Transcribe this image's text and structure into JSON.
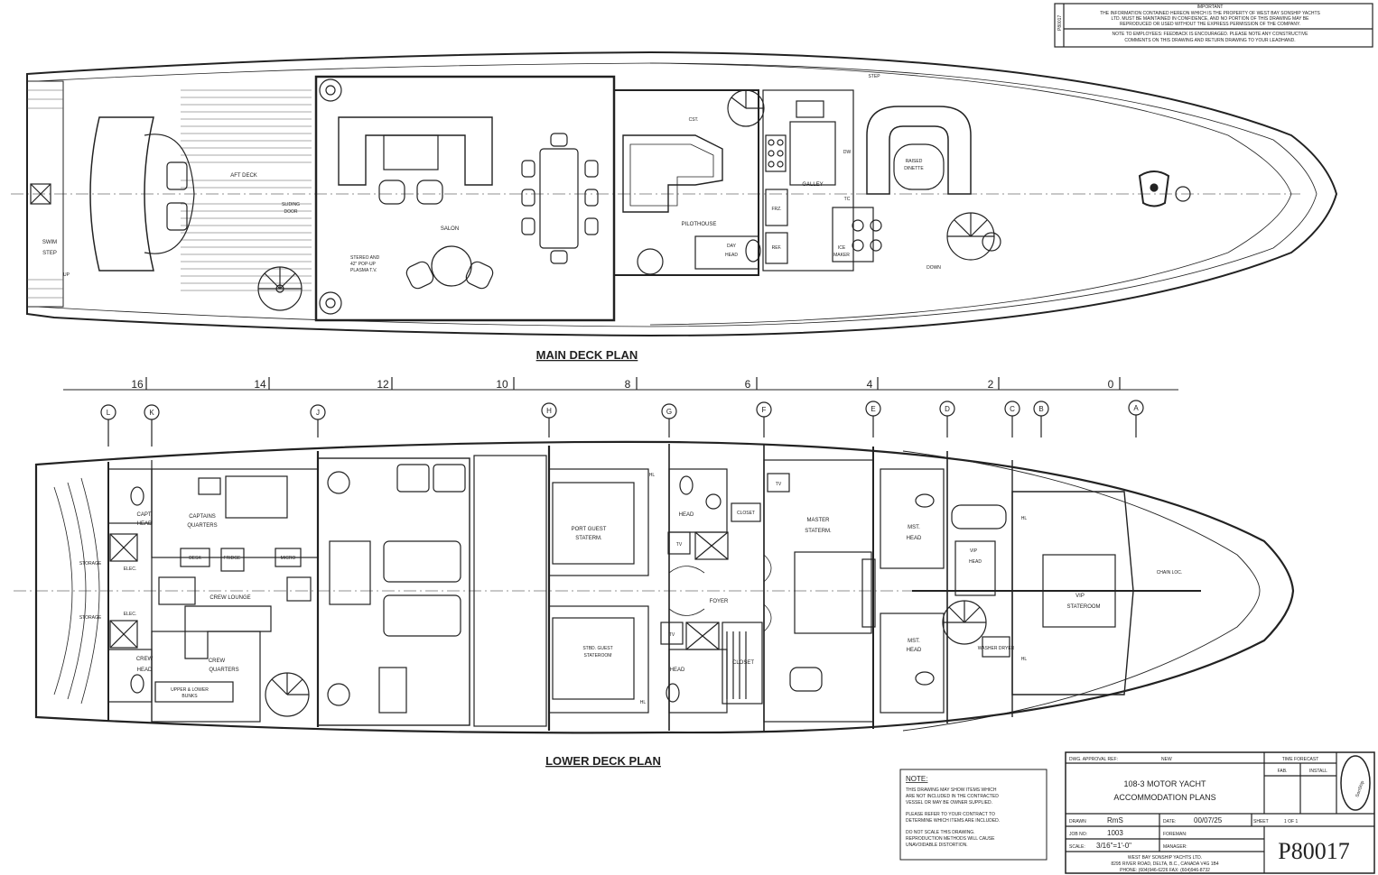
{
  "notice": {
    "side_code": "P80017",
    "heading": "IMPORTANT",
    "lines": [
      "THE INFORMATION CONTAINED HEREON WHICH IS THE PROPERTY OF WEST BAY SONSHIP YACHTS",
      "LTD. MUST BE MAINTAINED IN CONFIDENCE, AND NO PORTION OF THIS DRAWING MAY BE",
      "REPRODUCED OR USED WITHOUT THE EXPRESS PERMISSION OF THE COMPANY."
    ],
    "employee_lines": [
      "NOTE TO EMPLOYEES: FEEDBACK IS ENCOURAGED. PLEASE NOTE ANY CONSTRUCTIVE",
      "COMMENTS ON THIS DRAWING AND RETURN DRAWING TO YOUR LEADHAND."
    ]
  },
  "main_deck": {
    "title": "MAIN DECK PLAN",
    "labels": {
      "swim_step_1": "SWIM",
      "swim_step_2": "STEP",
      "aft_deck": "AFT DECK",
      "sliding_door_1": "SLIDING",
      "sliding_door_2": "DOOR",
      "stereo_1": "STEREO AND",
      "stereo_2": "42\" POP-UP",
      "stereo_3": "PLASMA T.V.",
      "salon": "SALON",
      "pilothouse": "PILOTHOUSE",
      "day_head_1": "DAY",
      "day_head_2": "HEAD",
      "galley": "GALLEY",
      "raised_dinette_1": "RAISED",
      "raised_dinette_2": "DINETTE",
      "ice_maker_1": "ICE",
      "ice_maker_2": "MAKER",
      "dw": "DW",
      "frz": "FRZ.",
      "rf": "REF.",
      "tc": "TC",
      "step": "STEP",
      "down": "DOWN",
      "up": "UP",
      "cst": "CST."
    }
  },
  "frames": [
    "16",
    "14",
    "12",
    "10",
    "8",
    "6",
    "4",
    "2",
    "0"
  ],
  "bulkheads": [
    "L",
    "K",
    "J",
    "H",
    "G",
    "F",
    "E",
    "D",
    "C",
    "B",
    "A"
  ],
  "lower_deck": {
    "title": "LOWER DECK PLAN",
    "labels": {
      "capt_head_1": "CAPT.",
      "capt_head_2": "HEAD",
      "captains_q_1": "CAPTAINS",
      "captains_q_2": "QUARTERS",
      "storage_1": "STORAGE",
      "storage_2": "STORAGE",
      "elec_1": "ELEC.",
      "elec_2": "ELEC.",
      "desk": "DESK",
      "fridge": "FRIDGE",
      "micro": "MICRO",
      "crew_lounge": "CREW LOUNGE",
      "crew_head_1": "CREW",
      "crew_head_2": "HEAD",
      "crew_q_1": "CREW",
      "crew_q_2": "QUARTERS",
      "bunks_1": "UPPER & LOWER",
      "bunks_2": "BUNKS",
      "port_guest_1": "PORT GUEST",
      "port_guest_2": "STATERM.",
      "stbd_guest_1": "STBD. GUEST",
      "stbd_guest_2": "STATEROOM",
      "head_1": "HEAD",
      "head_2": "HEAD",
      "closet_1": "CLOSET",
      "closet_2": "CLOSET",
      "foyer": "FOYER",
      "master_1": "MASTER",
      "master_2": "STATERM.",
      "mst_head_a1": "MST.",
      "mst_head_a2": "HEAD",
      "mst_head_b1": "MST.",
      "mst_head_b2": "HEAD",
      "vip_head_1": "VIP",
      "vip_head_2": "HEAD",
      "vip_1": "VIP",
      "vip_2": "STATEROOM",
      "chain_loc": "CHAIN LOC.",
      "washer_dryer": "WASHER DRYER",
      "hl": "HL",
      "tv": "TV"
    }
  },
  "note_box": {
    "title": "NOTE:",
    "lines": [
      "THIS DRAWING MAY SHOW ITEMS WHICH",
      "ARE NOT INCLUDED IN THE CONTRACTED",
      "VESSEL OR MAY BE OWNER SUPPLIED.",
      "PLEASE REFER TO YOUR CONTRACT TO",
      "DETERMINE WHICH ITEMS ARE INCLUDED.",
      "DO NOT SCALE THIS DRAWING.",
      "REPRODUCTION METHODS WILL CAUSE",
      "UNAVOIDABLE DISTORTION."
    ]
  },
  "title_block": {
    "approval_label": "DWG. APPROVAL REF:",
    "approval_value": "NEW",
    "time_forecast": "TIME FORECAST",
    "fab": "FAB.",
    "install": "INSTALL",
    "title_line1": "108-3 MOTOR YACHT",
    "title_line2": "ACCOMMODATION PLANS",
    "drawn_label": "DRAWN",
    "drawn_value": "RmS",
    "date_label": "DATE:",
    "date_value": "00/07/25",
    "sheet_label": "SHEET",
    "sheet_value": "1 OF 1",
    "job_label": "JOB NO:",
    "job_value": "1003",
    "foreman_label": "FOREMAN:",
    "scale_label": "SCALE:",
    "scale_value": "3/16\"=1'-0\"",
    "manager_label": "MANAGER:",
    "company_1": "WEST BAY SONSHIP YACHTS LTD.",
    "company_2": "8295 RIVER ROAD, DELTA, B.C., CANADA V4G 1B4",
    "company_3": "PHONE: (604)946-6226   FAX: (604)946-8732",
    "logo": "SonShip",
    "drawing_no": "P80017"
  }
}
